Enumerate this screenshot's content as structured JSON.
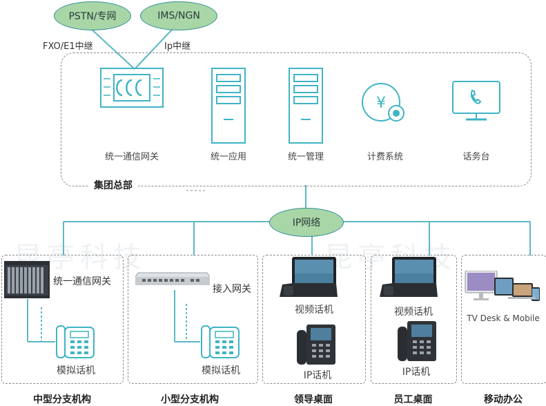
{
  "top": {
    "pstn_oval": "PSTN/专网",
    "ims_oval": "IMS/NGN",
    "fxo_label": "FXO/E1中继",
    "ip_trunk_label": "Ip中继"
  },
  "hq": {
    "title": "集团总部",
    "items": [
      {
        "label": "统一通信网关"
      },
      {
        "label": "统一应用"
      },
      {
        "label": "统一管理"
      },
      {
        "label": "计费系统"
      },
      {
        "label": "话务台"
      }
    ]
  },
  "network": {
    "label": "IP网络"
  },
  "branches": [
    {
      "title": "中型分支机构",
      "device_label": "统一通信网关",
      "phone_label": "模拟话机"
    },
    {
      "title": "小型分支机构",
      "device_label": "接入网关",
      "phone_label": "模拟话机"
    },
    {
      "title": "领导桌面",
      "device_label": "视频话机",
      "phone_label": "IP话机"
    },
    {
      "title": "员工桌面",
      "device_label": "视频话机",
      "phone_label": "IP话机"
    },
    {
      "title": "移动办公",
      "device_label": "TV Desk & Mobile"
    }
  ],
  "watermark": {
    "left": "昆亭科技",
    "right": "昆亭科技"
  },
  "colors": {
    "line": "#5bb8c6",
    "icon": "#3fb4c4",
    "oval_fill": "#a9d6a6",
    "oval_border": "#2f8f9b"
  }
}
